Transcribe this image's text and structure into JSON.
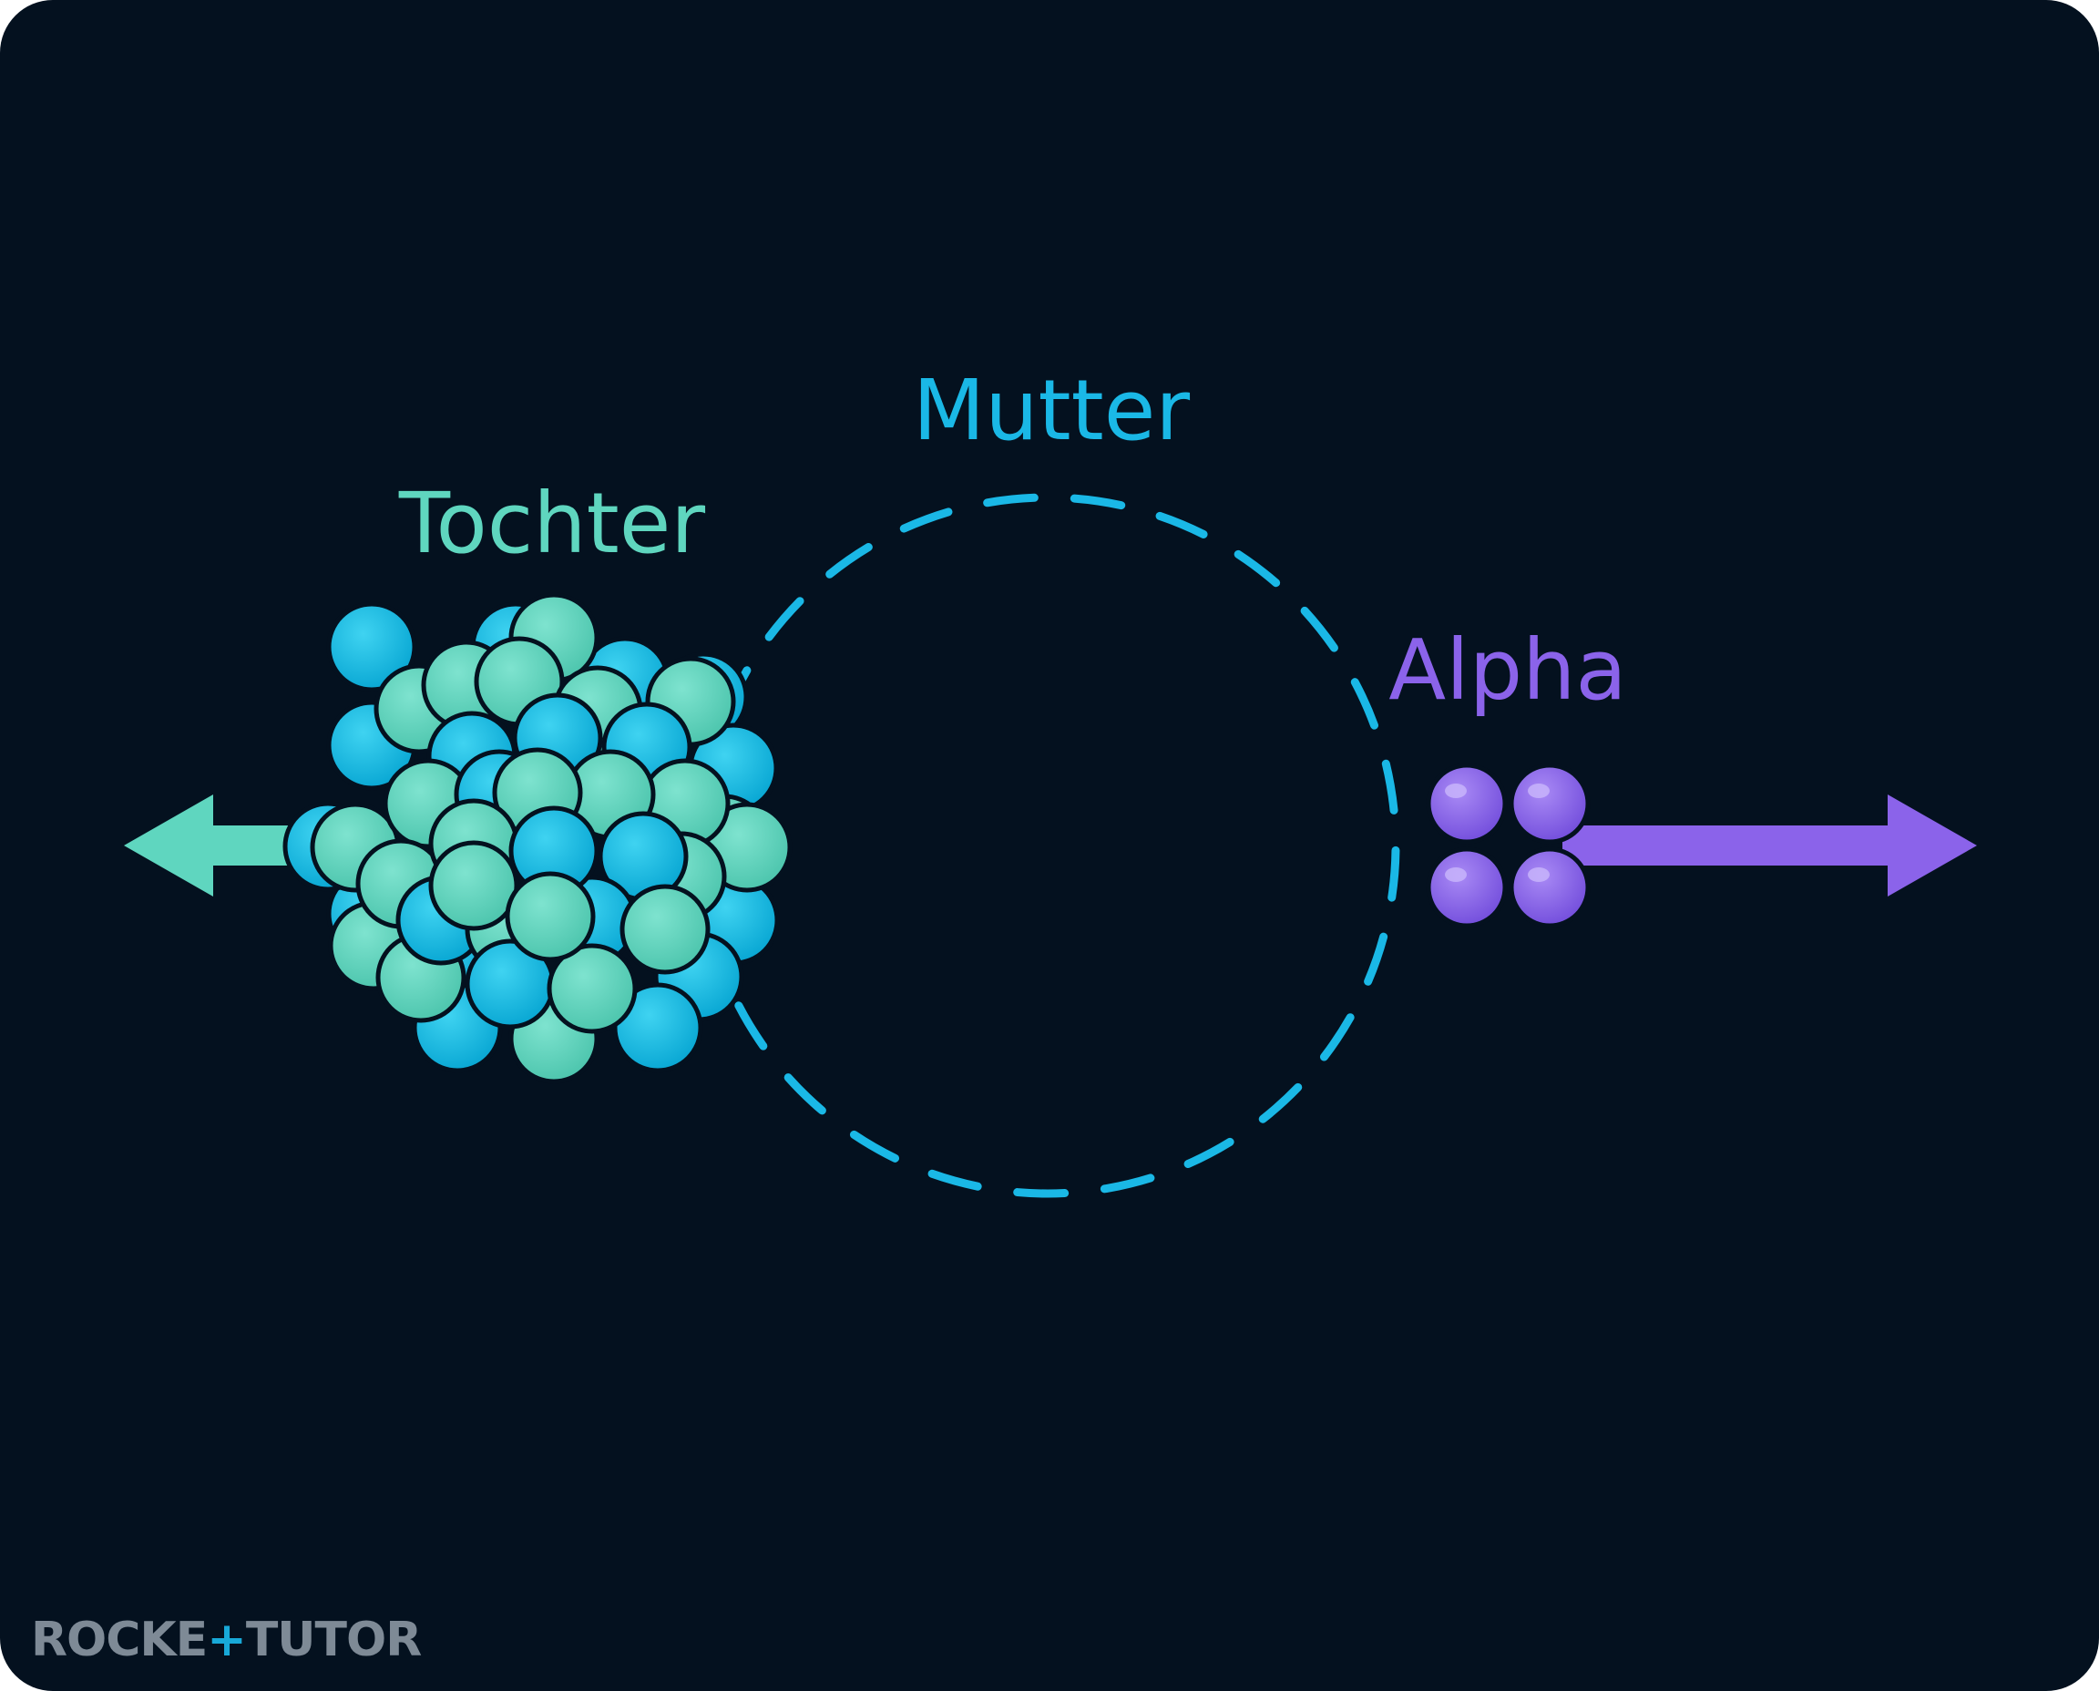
{
  "labels": {
    "mother": "Mutter",
    "daughter": "Tochter",
    "alpha": "Alpha"
  },
  "brand": {
    "part1": "ROCKE",
    "part2": "+",
    "part3": "TUTO",
    "part4": "R"
  },
  "colors": {
    "background": "#04111f",
    "mother": "#1ab8e6",
    "proton": "#10c2e8",
    "neutron": "#5fd6bf",
    "alpha": "#8b63ea",
    "outline": "#04111f",
    "brand_text": "#7e8a96",
    "brand_accent": "#18a9d8"
  },
  "icons": {
    "daughter_arrow": "arrow-left-icon",
    "alpha_arrow": "arrow-right-icon",
    "mother_boundary": "dashed-circle"
  }
}
